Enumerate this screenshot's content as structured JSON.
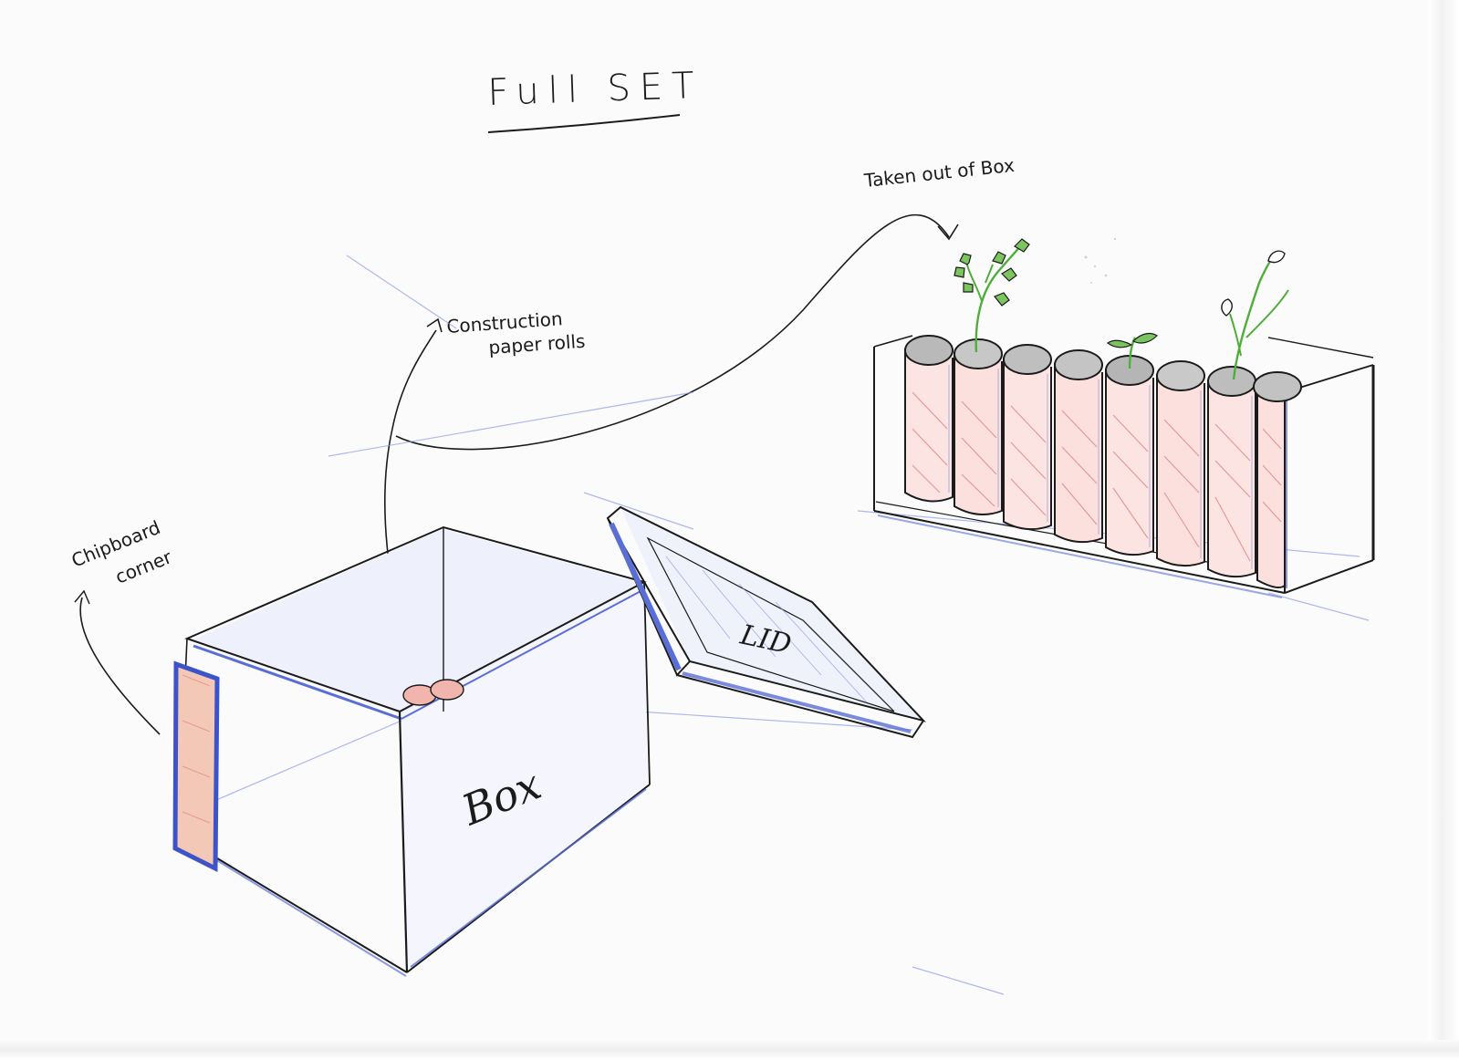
{
  "title": "Full SET",
  "annotations": {
    "taken_out": "Taken out of Box",
    "rolls_line1": "Construction",
    "rolls_line2": "paper rolls",
    "chipboard_line1": "Chipboard",
    "chipboard_line2": "corner"
  },
  "labels": {
    "box": "Box",
    "lid": "LID"
  },
  "colors": {
    "ink": "#1b1b1b",
    "blue_pencil": "#5a6fd6",
    "red_pencil": "#e07a78",
    "green_pencil": "#4fae3a",
    "paper": "#fbfbfb"
  },
  "rolls": {
    "count": 8,
    "seedlings": 4
  }
}
